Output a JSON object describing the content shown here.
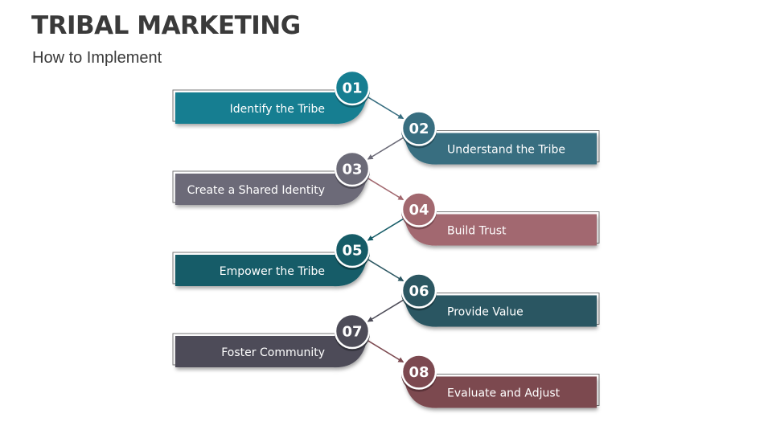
{
  "header": {
    "title": "TRIBAL MARKETING",
    "subtitle": "How to Implement"
  },
  "steps": [
    {
      "number": "01",
      "label": "Identify the Tribe",
      "side": "left",
      "color": "#167e91",
      "dark": "#0f5f6e"
    },
    {
      "number": "02",
      "label": "Understand the Tribe",
      "side": "right",
      "color": "#386e80",
      "dark": "#264f5d"
    },
    {
      "number": "03",
      "label": "Create a Shared Identity",
      "side": "left",
      "color": "#6c6b78",
      "dark": "#4d4c57"
    },
    {
      "number": "04",
      "label": "Build Trust",
      "side": "right",
      "color": "#a2686f",
      "dark": "#7a4a51"
    },
    {
      "number": "05",
      "label": "Empower the Tribe",
      "side": "left",
      "color": "#165c67",
      "dark": "#0d3f47"
    },
    {
      "number": "06",
      "label": "Provide Value",
      "side": "right",
      "color": "#2c5762",
      "dark": "#1c3b43"
    },
    {
      "number": "07",
      "label": "Foster Community",
      "side": "left",
      "color": "#4d4c58",
      "dark": "#33333c"
    },
    {
      "number": "08",
      "label": "Evaluate and Adjust",
      "side": "right",
      "color": "#7c4950",
      "dark": "#5a3238"
    }
  ]
}
